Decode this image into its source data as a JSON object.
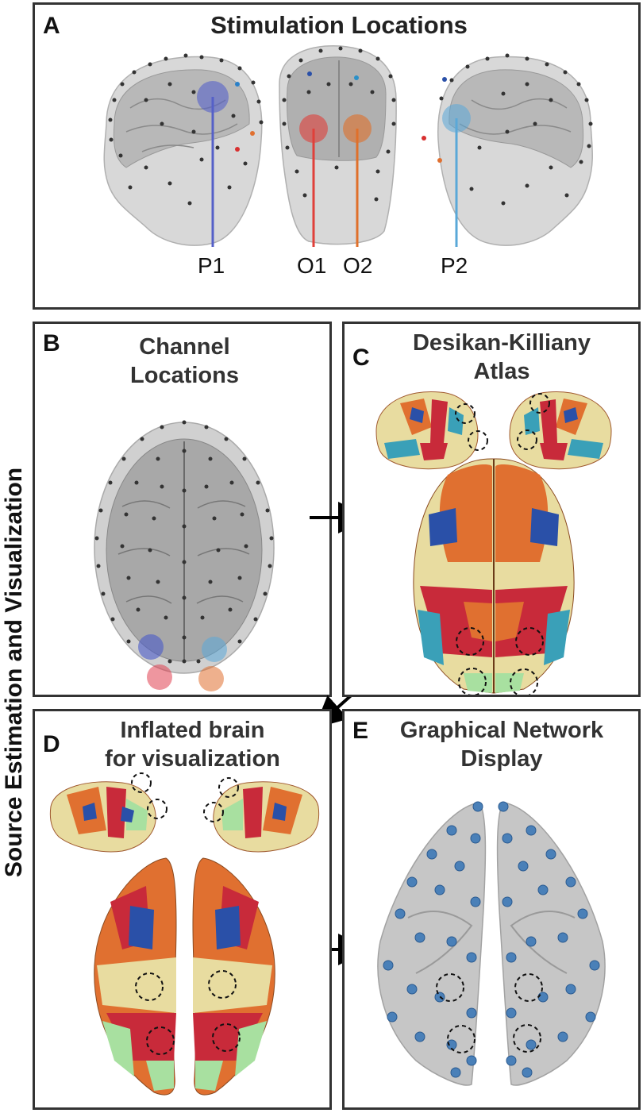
{
  "side_label": "Source Estimation and Visualization",
  "panels": {
    "a": {
      "letter": "A",
      "title": "Stimulation Locations",
      "electrodes": [
        "P1",
        "O1",
        "O2",
        "P2"
      ]
    },
    "b": {
      "letter": "B",
      "title_line1": "Channel",
      "title_line2": "Locations"
    },
    "c": {
      "letter": "C",
      "title_line1": "Desikan-Killiany",
      "title_line2": "Atlas"
    },
    "d": {
      "letter": "D",
      "title_line1": "Inflated brain",
      "title_line2": "for visualization"
    },
    "e": {
      "letter": "E",
      "title_line1": "Graphical Network",
      "title_line2": "Display"
    }
  },
  "colors": {
    "p1": "#5560c8",
    "o1": "#e0403a",
    "o2": "#e0702a",
    "p2": "#5aa8d8",
    "atlas_orange": "#e07030",
    "atlas_red": "#c82a3a",
    "atlas_yellow": "#e8dca0",
    "atlas_blue": "#2a50a8",
    "atlas_teal": "#3aa0b8",
    "atlas_green": "#a8e0a0",
    "node_blue": "#4a80b8"
  }
}
